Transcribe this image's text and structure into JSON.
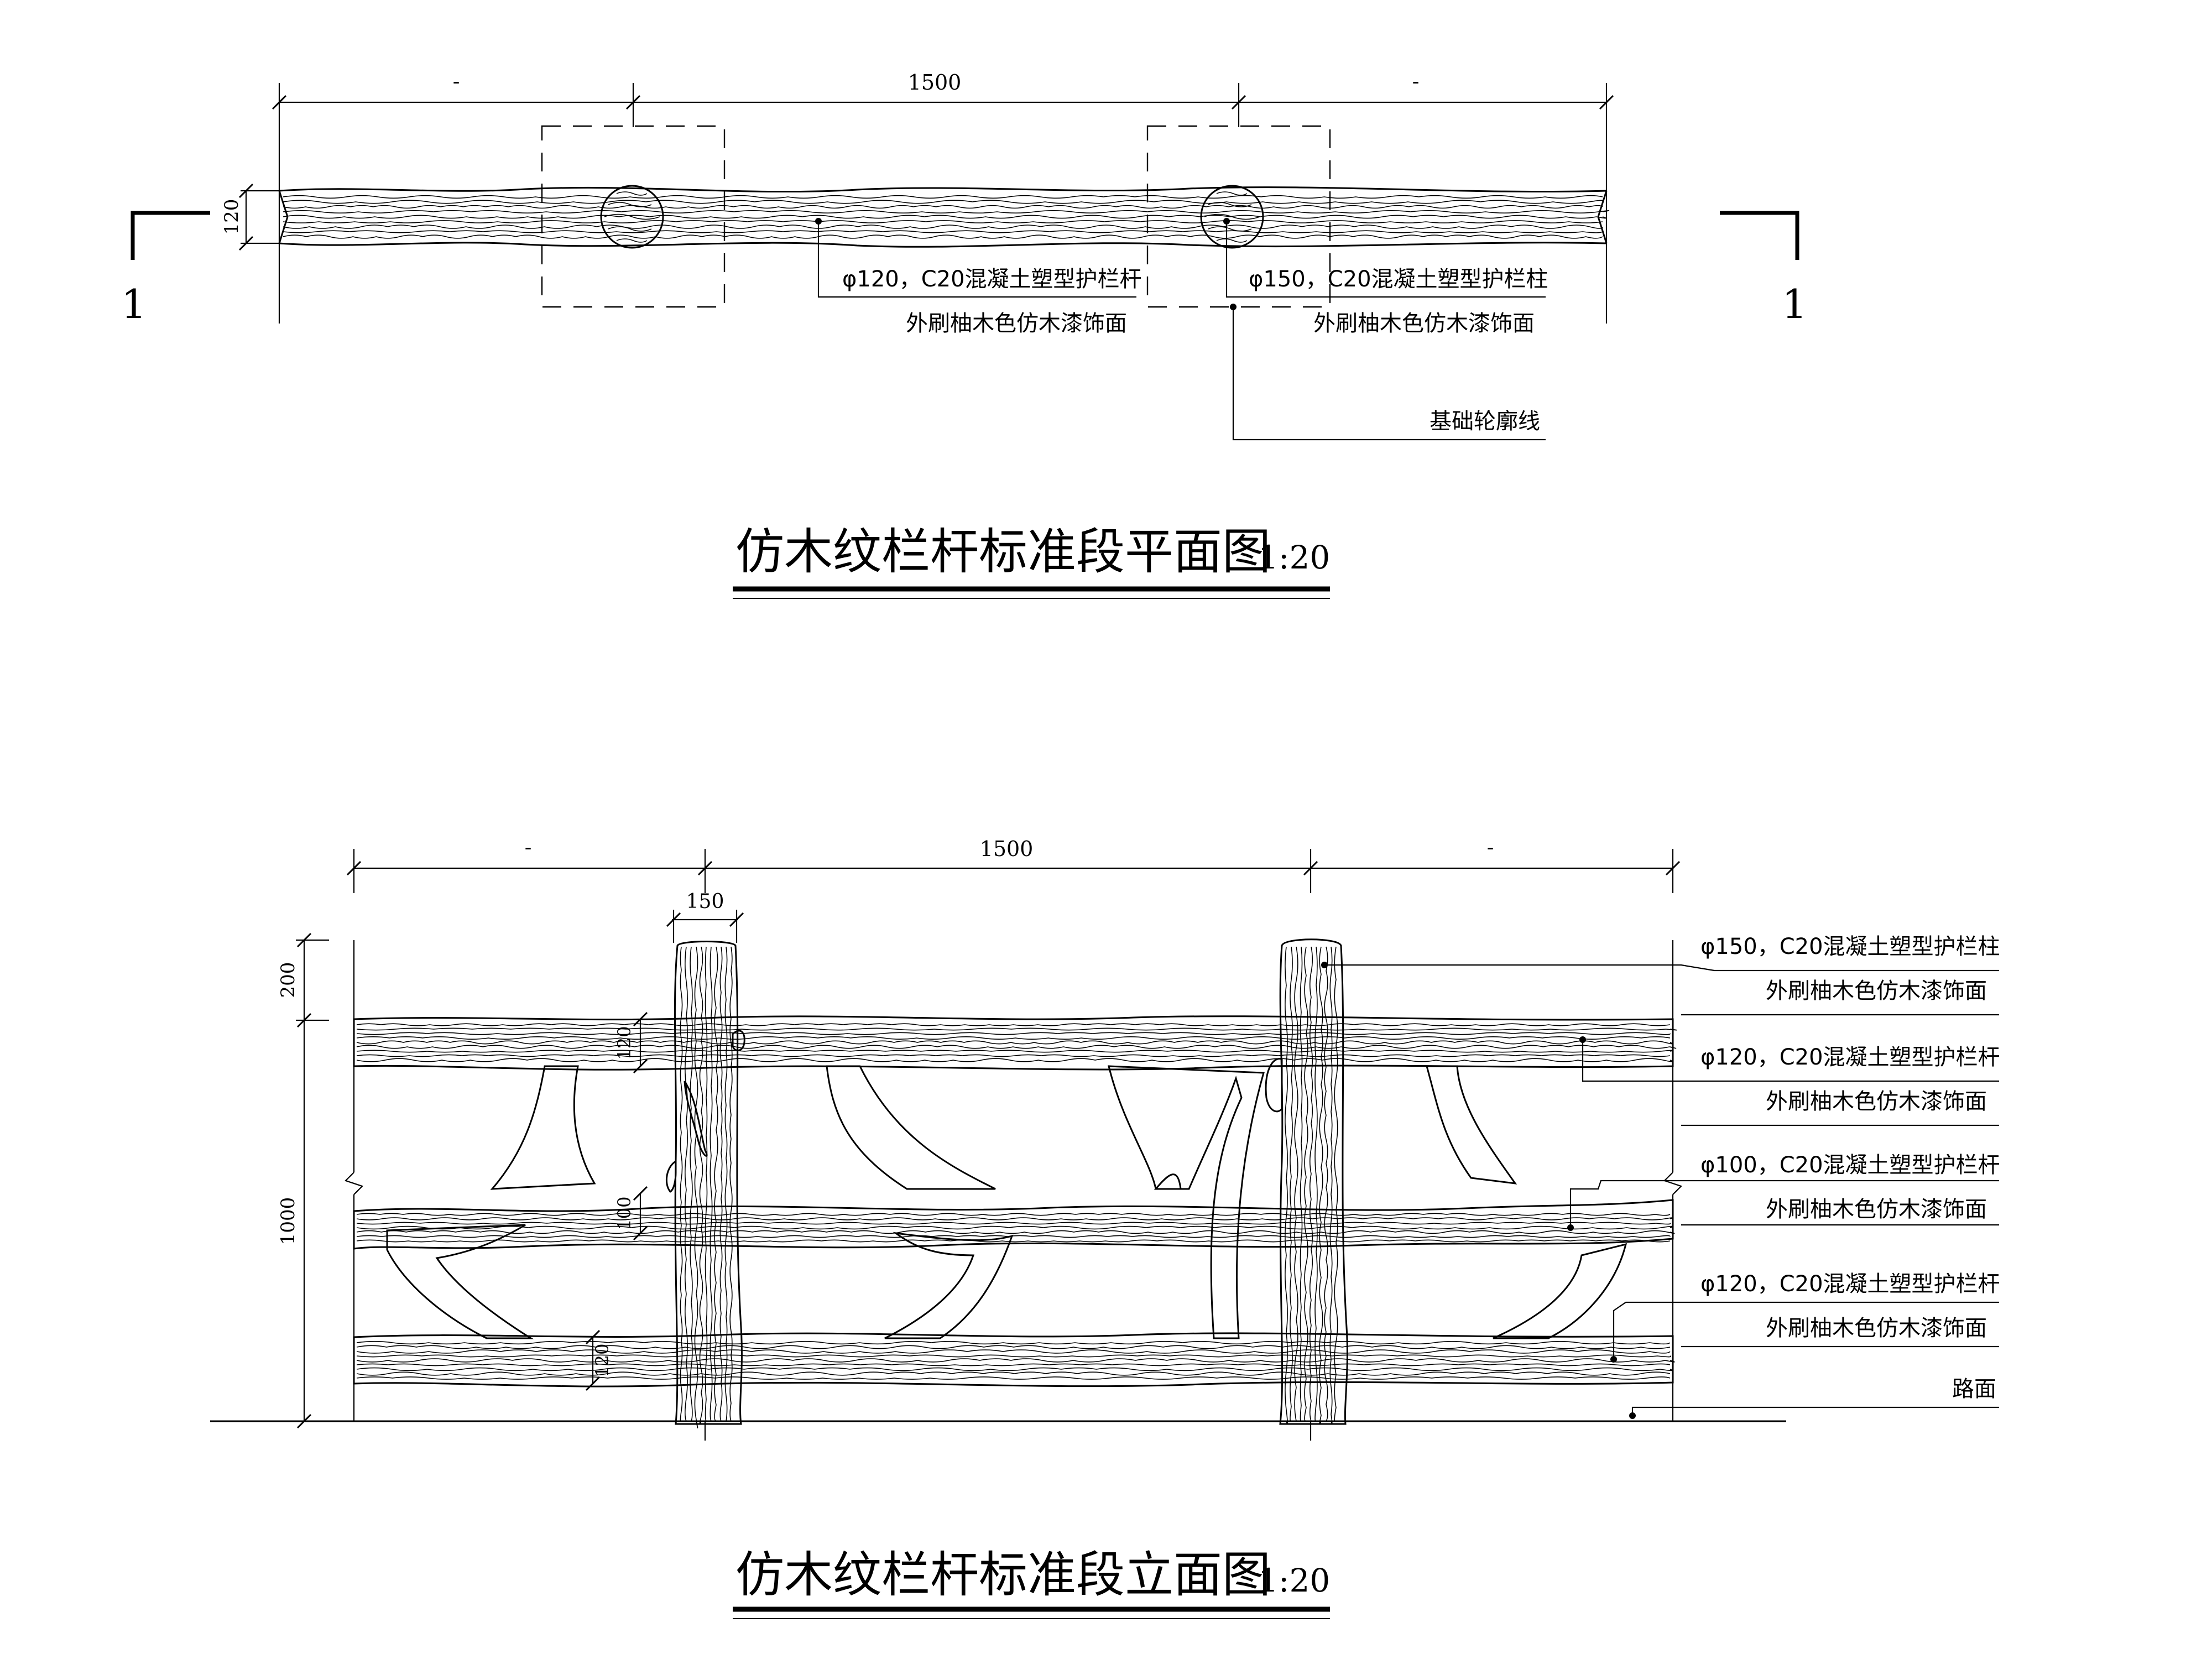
{
  "plan": {
    "title": "仿木纹栏杆标准段平面图",
    "scale": "1:20",
    "dims": {
      "left": "-",
      "center": "1500",
      "right": "-",
      "rail_width": "120"
    },
    "section_mark_left": "1",
    "section_mark_right": "1",
    "label_rail_line1": "φ120，C20混凝土塑型护栏杆",
    "label_rail_line2": "外刷柚木色仿木漆饰面",
    "label_post_line1": "φ150，C20混凝土塑型护栏柱",
    "label_post_line2": "外刷柚木色仿木漆饰面",
    "label_foundation": "基础轮廓线"
  },
  "elevation": {
    "title": "仿木纹栏杆标准段立面图",
    "scale": "1:20",
    "dims": {
      "left": "-",
      "center": "1500",
      "right": "-",
      "post_width": "150",
      "post_top": "200",
      "total_height": "1000",
      "top_rail": "120",
      "mid_rail": "100",
      "bottom_rail": "120"
    },
    "labels": [
      {
        "line1": "φ150，C20混凝土塑型护栏柱",
        "line2": "外刷柚木色仿木漆饰面"
      },
      {
        "line1": "φ120，C20混凝土塑型护栏杆",
        "line2": "外刷柚木色仿木漆饰面"
      },
      {
        "line1": "φ100，C20混凝土塑型护栏杆",
        "line2": "外刷柚木色仿木漆饰面"
      },
      {
        "line1": "φ120，C20混凝土塑型护栏杆",
        "line2": "外刷柚木色仿木漆饰面"
      }
    ],
    "label_ground": "路面"
  }
}
